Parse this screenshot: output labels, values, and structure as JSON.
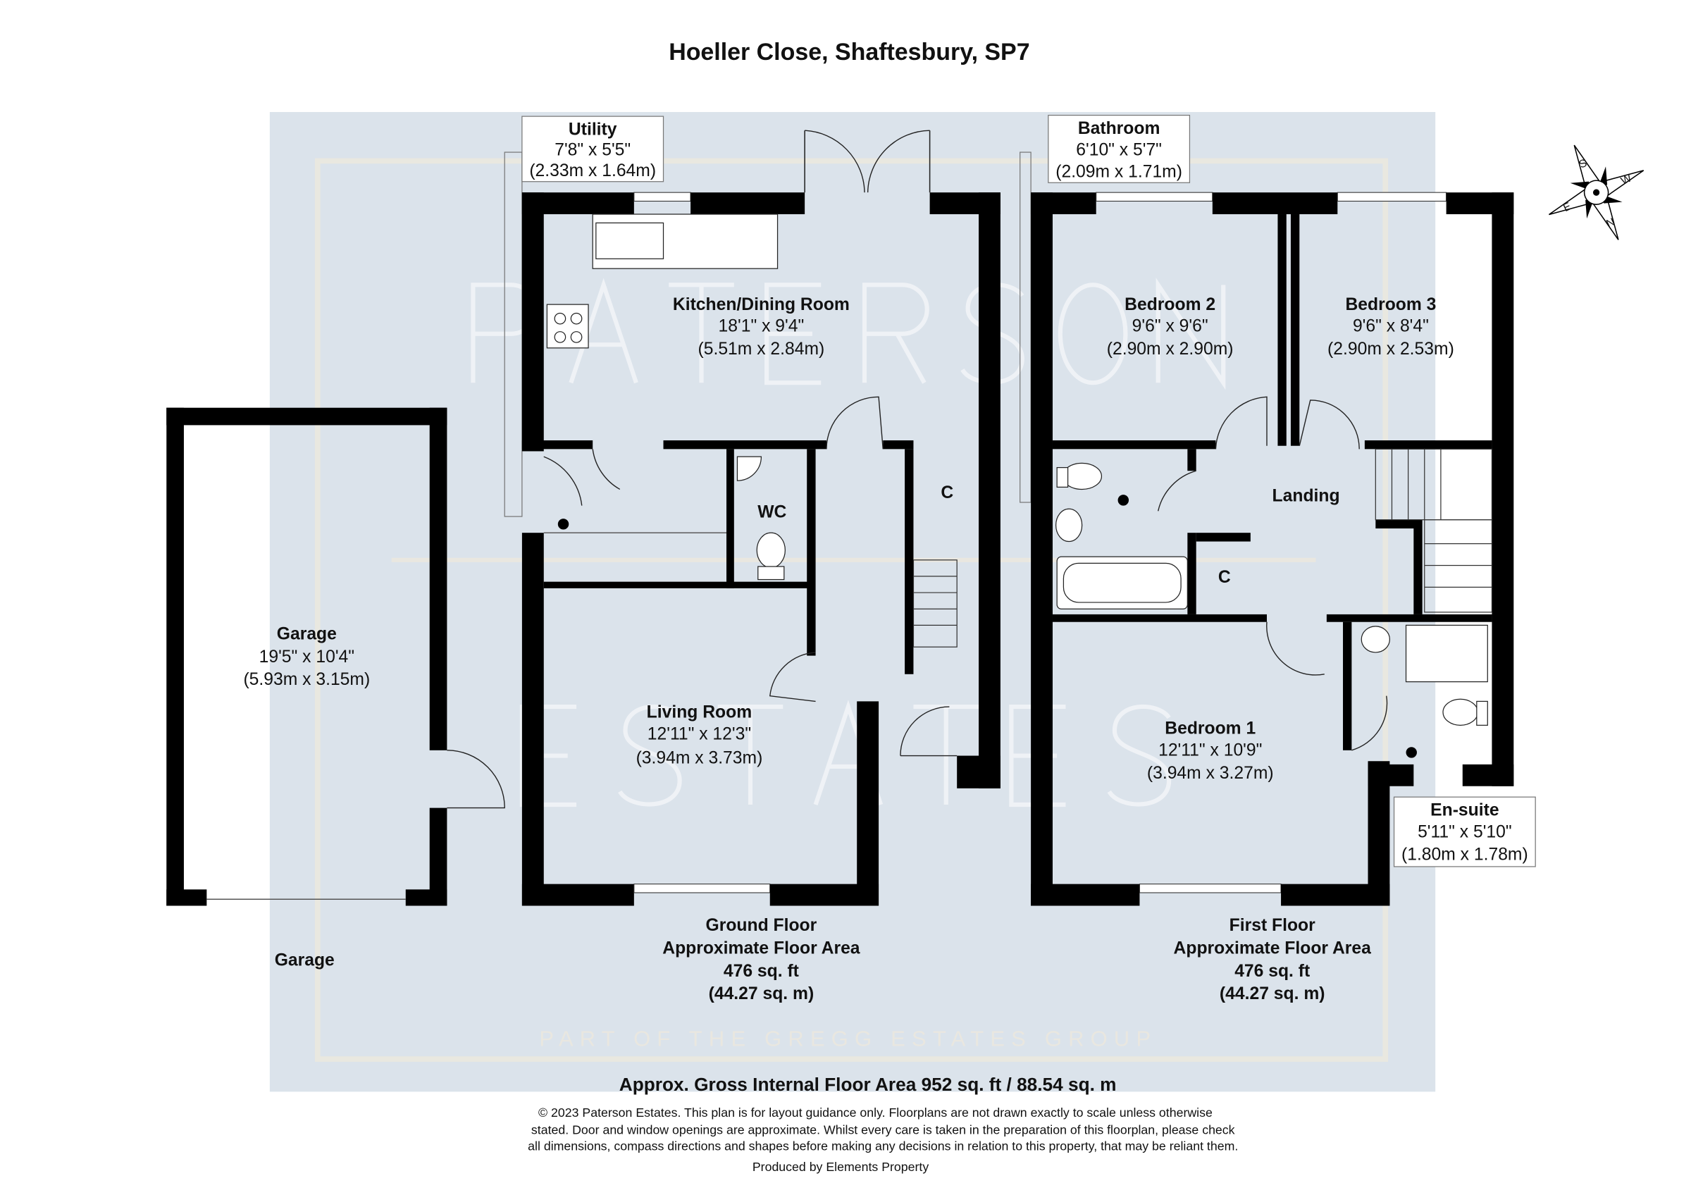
{
  "title": "Hoeller Close, Shaftesbury, SP7",
  "watermark": {
    "line1": "PATERSON",
    "line2": "ESTATES",
    "tagline": "PART OF THE GREGG ESTATES GROUP"
  },
  "compass": {
    "n": "N",
    "s": "S",
    "e": "E",
    "w": "W"
  },
  "rooms": {
    "utility": {
      "name": "Utility",
      "imperial": "7'8\" x 5'5\"",
      "metric": "(2.33m x 1.64m)"
    },
    "kitchen": {
      "name": "Kitchen/Dining Room",
      "imperial": "18'1\" x 9'4\"",
      "metric": "(5.51m x 2.84m)"
    },
    "wc": {
      "name": "WC"
    },
    "cupboard_ground": {
      "name": "C"
    },
    "living": {
      "name": "Living Room",
      "imperial": "12'11\" x 12'3\"",
      "metric": "(3.94m x 3.73m)"
    },
    "garage": {
      "name": "Garage",
      "imperial": "19'5\" x 10'4\"",
      "metric": "(5.93m x 3.15m)"
    },
    "bathroom": {
      "name": "Bathroom",
      "imperial": "6'10\" x 5'7\"",
      "metric": "(2.09m x 1.71m)"
    },
    "bedroom2": {
      "name": "Bedroom 2",
      "imperial": "9'6\" x 9'6\"",
      "metric": "(2.90m x 2.90m)"
    },
    "bedroom3": {
      "name": "Bedroom 3",
      "imperial": "9'6\" x 8'4\"",
      "metric": "(2.90m x 2.53m)"
    },
    "landing": {
      "name": "Landing"
    },
    "cupboard_first": {
      "name": "C"
    },
    "bedroom1": {
      "name": "Bedroom 1",
      "imperial": "12'11\" x 10'9\"",
      "metric": "(3.94m x 3.27m)"
    },
    "ensuite": {
      "name": "En-suite",
      "imperial": "5'11\" x 5'10\"",
      "metric": "(1.80m x 1.78m)"
    }
  },
  "floors": {
    "garage_label": "Garage",
    "ground": {
      "name": "Ground Floor",
      "area_label": "Approximate Floor Area",
      "sqft": "476 sq. ft",
      "sqm": "(44.27 sq. m)"
    },
    "first": {
      "name": "First Floor",
      "area_label": "Approximate Floor Area",
      "sqft": "476 sq. ft",
      "sqm": "(44.27 sq. m)"
    }
  },
  "total_area": "Approx. Gross Internal Floor Area 952 sq. ft / 88.54 sq. m",
  "disclaimer": [
    "© 2023 Paterson Estates. This plan is for layout guidance only. Floorplans are not drawn exactly to scale unless otherwise",
    "stated. Door and window openings are approximate. Whilst every care is taken in the preparation of this floorplan, please check",
    "all dimensions, compass directions and shapes before making any decisions in relation to this property, that may be reliant them."
  ],
  "producer": "Produced by Elements Property",
  "colors": {
    "panel": "#dbe3eb",
    "wall": "#000000"
  }
}
